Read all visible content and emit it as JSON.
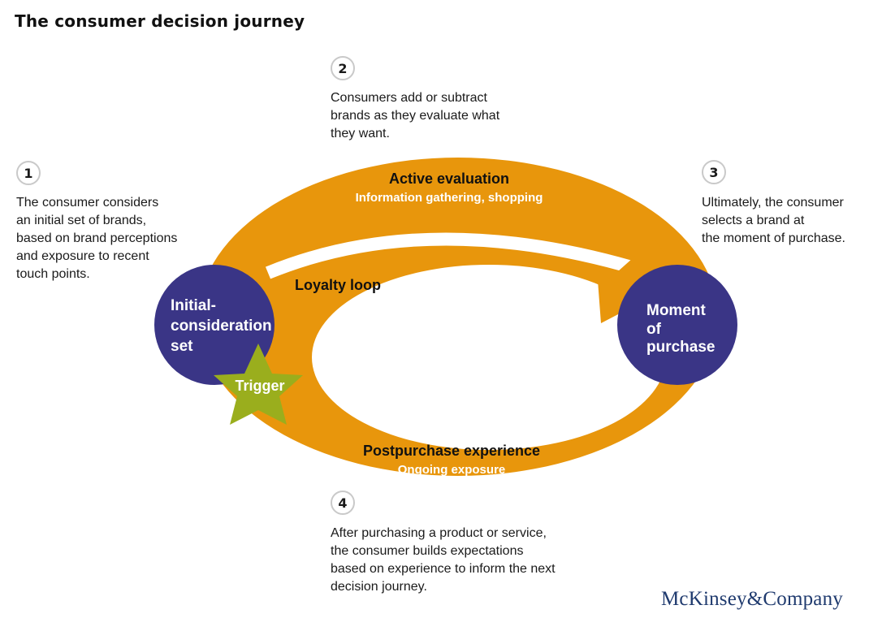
{
  "title": "The consumer decision journey",
  "steps": [
    {
      "number": "1",
      "text": "The consumer considers\nan initial set of brands,\nbased on brand perceptions\nand exposure to recent\ntouch points."
    },
    {
      "number": "2",
      "text": "Consumers add or subtract\nbrands as they evaluate what\nthey want."
    },
    {
      "number": "3",
      "text": "Ultimately, the consumer\nselects a brand at\nthe moment of purchase."
    },
    {
      "number": "4",
      "text": "After purchasing a product or service,\nthe consumer builds expectations\nbased on experience to inform the next\ndecision journey."
    }
  ],
  "diagram": {
    "active_evaluation": {
      "title": "Active evaluation",
      "subtitle": "Information gathering, shopping"
    },
    "loyalty_loop": "Loyalty loop",
    "postpurchase": {
      "title": "Postpurchase experience",
      "subtitle": "Ongoing exposure"
    },
    "initial_consideration": [
      "Initial-",
      "consideration",
      "set"
    ],
    "moment_of_purchase": [
      "Moment",
      "of",
      "purchase"
    ],
    "trigger": "Trigger",
    "colors": {
      "ring": "#e8960c",
      "circle": "#3a3586",
      "star": "#9aae1d"
    }
  },
  "logo": "McKinsey&Company"
}
